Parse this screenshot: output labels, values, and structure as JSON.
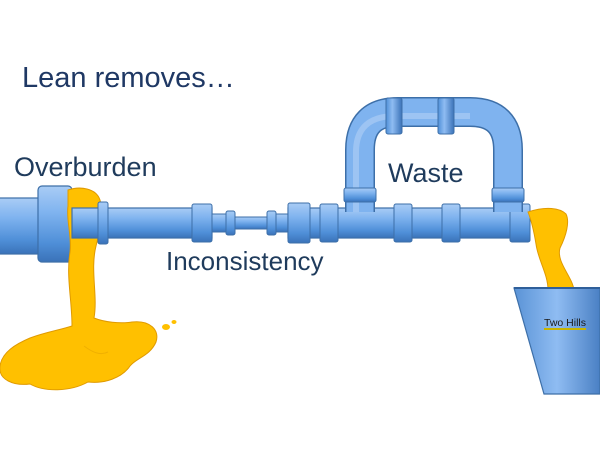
{
  "title": "Lean removes…",
  "labels": {
    "overburden": "Overburden",
    "inconsistency": "Inconsistency",
    "waste": "Waste"
  },
  "bucket": {
    "logo_text": "Two Hills"
  },
  "colors": {
    "pipe_fill": "#6fa8ec",
    "pipe_outline": "#3d6fa8",
    "liquid": "#ffc000",
    "liquid_outline": "#e09a00",
    "text": "#1f3b5c",
    "bucket_fill": "#6fa8ec"
  }
}
